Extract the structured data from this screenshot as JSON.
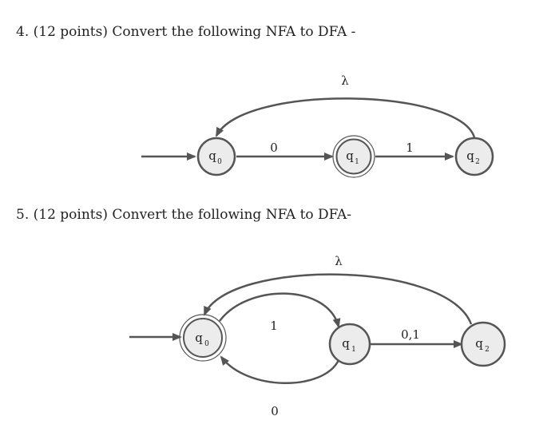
{
  "problem4": {
    "text": "4. (12 points) Convert the following NFA to DFA -",
    "states": {
      "q0": "q",
      "q0_sub": "0",
      "q1": "q",
      "q1_sub": "1",
      "q2": "q",
      "q2_sub": "2"
    },
    "labels": {
      "q0_q1": "0",
      "q1_q2": "1",
      "q2_q0": "λ"
    }
  },
  "problem5": {
    "text": "5. (12 points) Convert the following NFA to DFA-",
    "states": {
      "q0": "q",
      "q0_sub": "0",
      "q1": "q",
      "q1_sub": "1",
      "q2": "q",
      "q2_sub": "2"
    },
    "labels": {
      "q0_q1": "1",
      "q1_q0": "0",
      "q1_q2": "0,1",
      "q2_q0": "λ"
    }
  }
}
